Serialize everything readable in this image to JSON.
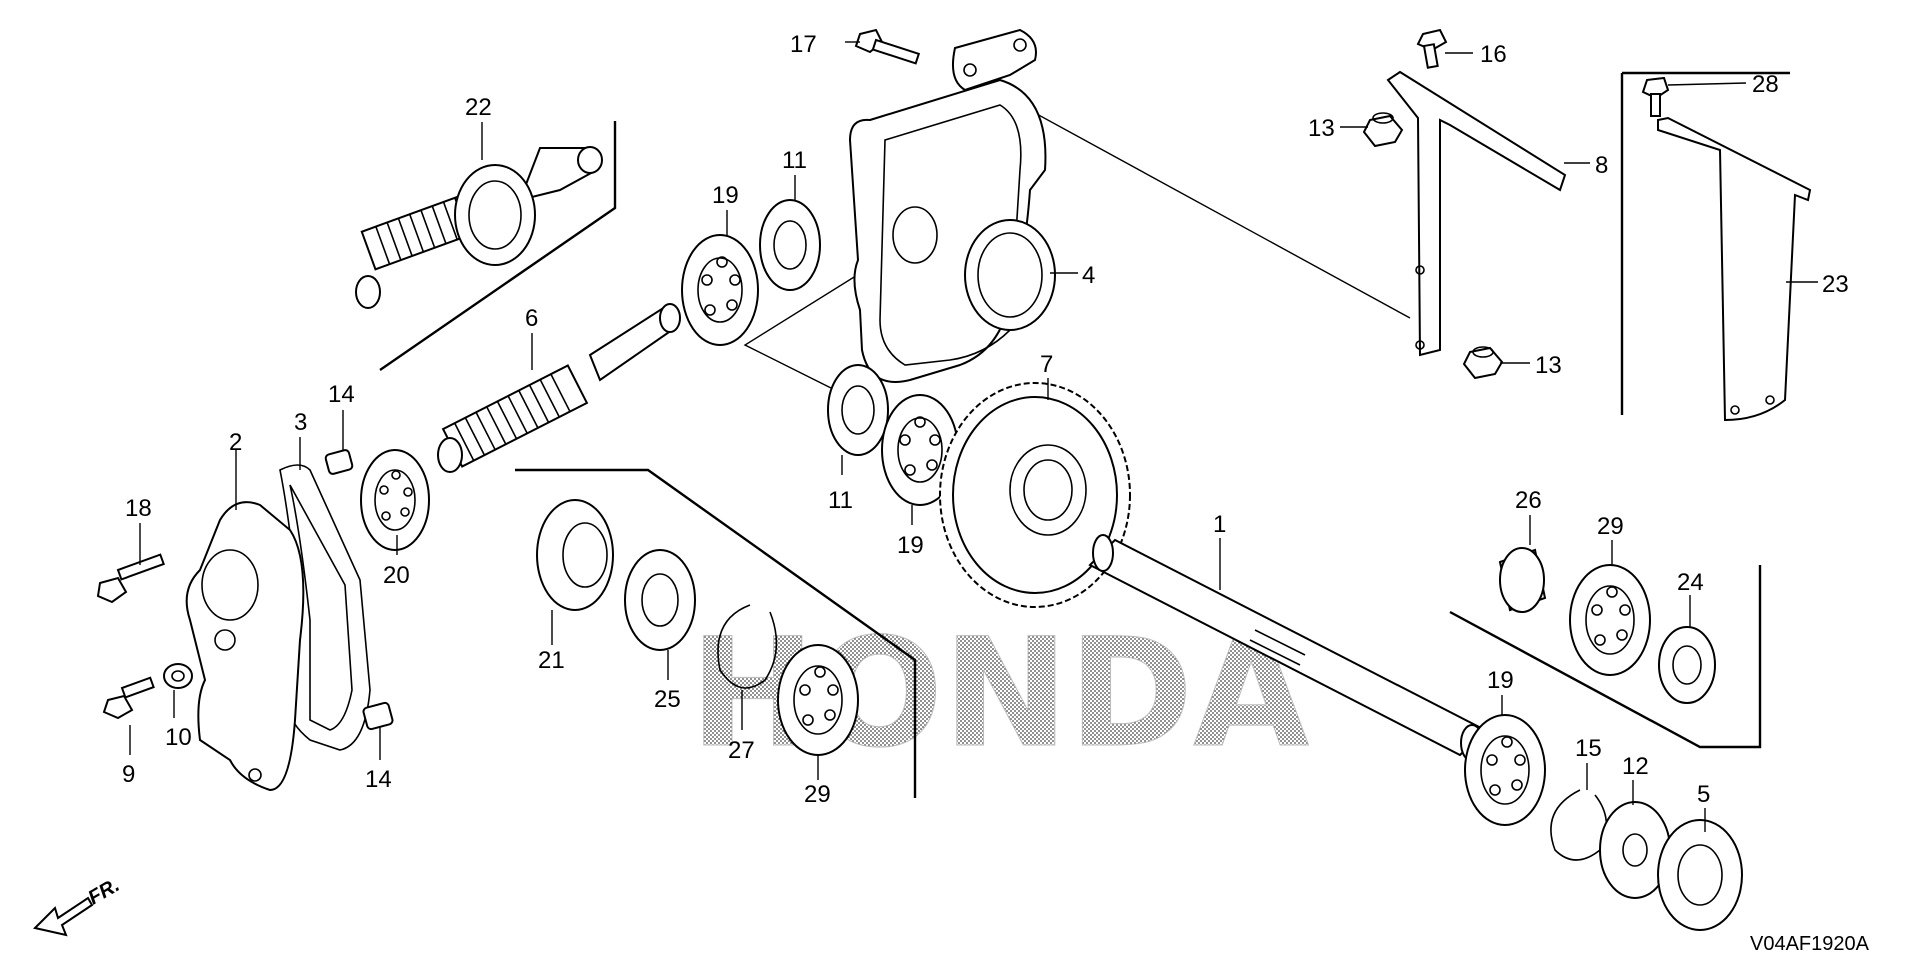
{
  "diagram": {
    "code": "V04AF1920A",
    "direction_label": "FR.",
    "watermark": "HONDA",
    "callouts": [
      {
        "id": "c1",
        "text": "1"
      },
      {
        "id": "c2",
        "text": "2"
      },
      {
        "id": "c3",
        "text": "3"
      },
      {
        "id": "c4",
        "text": "4"
      },
      {
        "id": "c5",
        "text": "5"
      },
      {
        "id": "c6",
        "text": "6"
      },
      {
        "id": "c7",
        "text": "7"
      },
      {
        "id": "c8",
        "text": "8"
      },
      {
        "id": "c9",
        "text": "9"
      },
      {
        "id": "c10",
        "text": "10"
      },
      {
        "id": "c11a",
        "text": "11"
      },
      {
        "id": "c11b",
        "text": "11"
      },
      {
        "id": "c12",
        "text": "12"
      },
      {
        "id": "c13a",
        "text": "13"
      },
      {
        "id": "c13b",
        "text": "13"
      },
      {
        "id": "c14a",
        "text": "14"
      },
      {
        "id": "c14b",
        "text": "14"
      },
      {
        "id": "c15",
        "text": "15"
      },
      {
        "id": "c16",
        "text": "16"
      },
      {
        "id": "c17",
        "text": "17"
      },
      {
        "id": "c18",
        "text": "18"
      },
      {
        "id": "c19a",
        "text": "19"
      },
      {
        "id": "c19b",
        "text": "19"
      },
      {
        "id": "c19c",
        "text": "19"
      },
      {
        "id": "c20",
        "text": "20"
      },
      {
        "id": "c21",
        "text": "21"
      },
      {
        "id": "c22",
        "text": "22"
      },
      {
        "id": "c23",
        "text": "23"
      },
      {
        "id": "c24",
        "text": "24"
      },
      {
        "id": "c25",
        "text": "25"
      },
      {
        "id": "c26",
        "text": "26"
      },
      {
        "id": "c27",
        "text": "27"
      },
      {
        "id": "c28",
        "text": "28"
      },
      {
        "id": "c29a",
        "text": "29"
      },
      {
        "id": "c29b",
        "text": "29"
      }
    ]
  }
}
